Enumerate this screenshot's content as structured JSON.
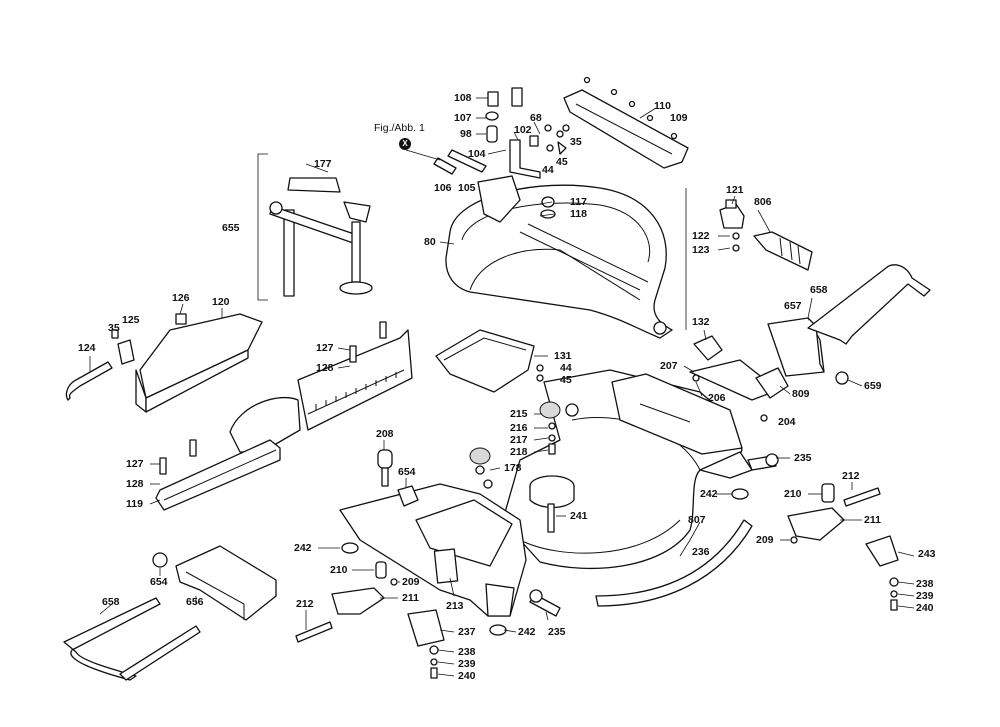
{
  "figure_ref": "Fig./Abb. 1",
  "figure_marker": "X",
  "labels": {
    "l108": "108",
    "l107": "107",
    "l98": "98",
    "l110": "110",
    "l109": "109",
    "l102": "102",
    "l68": "68",
    "l35a": "35",
    "l45a": "45",
    "l44a": "44",
    "l104": "104",
    "l106": "106",
    "l105": "105",
    "l177": "177",
    "l655": "655",
    "l117": "117",
    "l118": "118",
    "l80": "80",
    "l121": "121",
    "l806": "806",
    "l122": "122",
    "l123": "123",
    "l126": "126",
    "l120": "120",
    "l35b": "35",
    "l125": "125",
    "l124": "124",
    "l127a": "127",
    "l128a": "128",
    "l658a": "658",
    "l657": "657",
    "l132": "132",
    "l131": "131",
    "l44b": "44",
    "l45b": "45",
    "l207": "207",
    "l206": "206",
    "l809": "809",
    "l659": "659",
    "l215": "215",
    "l216": "216",
    "l217": "217",
    "l218": "218",
    "l204": "204",
    "l208": "208",
    "l127b": "127",
    "l128b": "128",
    "l119": "119",
    "l178": "178",
    "l654a": "654",
    "l235a": "235",
    "l212a": "212",
    "l242a": "242",
    "l210a": "210",
    "l211a": "211",
    "l241": "241",
    "l807": "807",
    "l236": "236",
    "l209a": "209",
    "l243": "243",
    "l242b": "242",
    "l210b": "210",
    "l209b": "209",
    "l654b": "654",
    "l658b": "658",
    "l656": "656",
    "l212b": "212",
    "l211b": "211",
    "l213": "213",
    "l237": "237",
    "l242c": "242",
    "l235b": "235",
    "l238a": "238",
    "l239a": "239",
    "l240a": "240",
    "l238b": "238",
    "l239b": "239",
    "l240b": "240"
  }
}
